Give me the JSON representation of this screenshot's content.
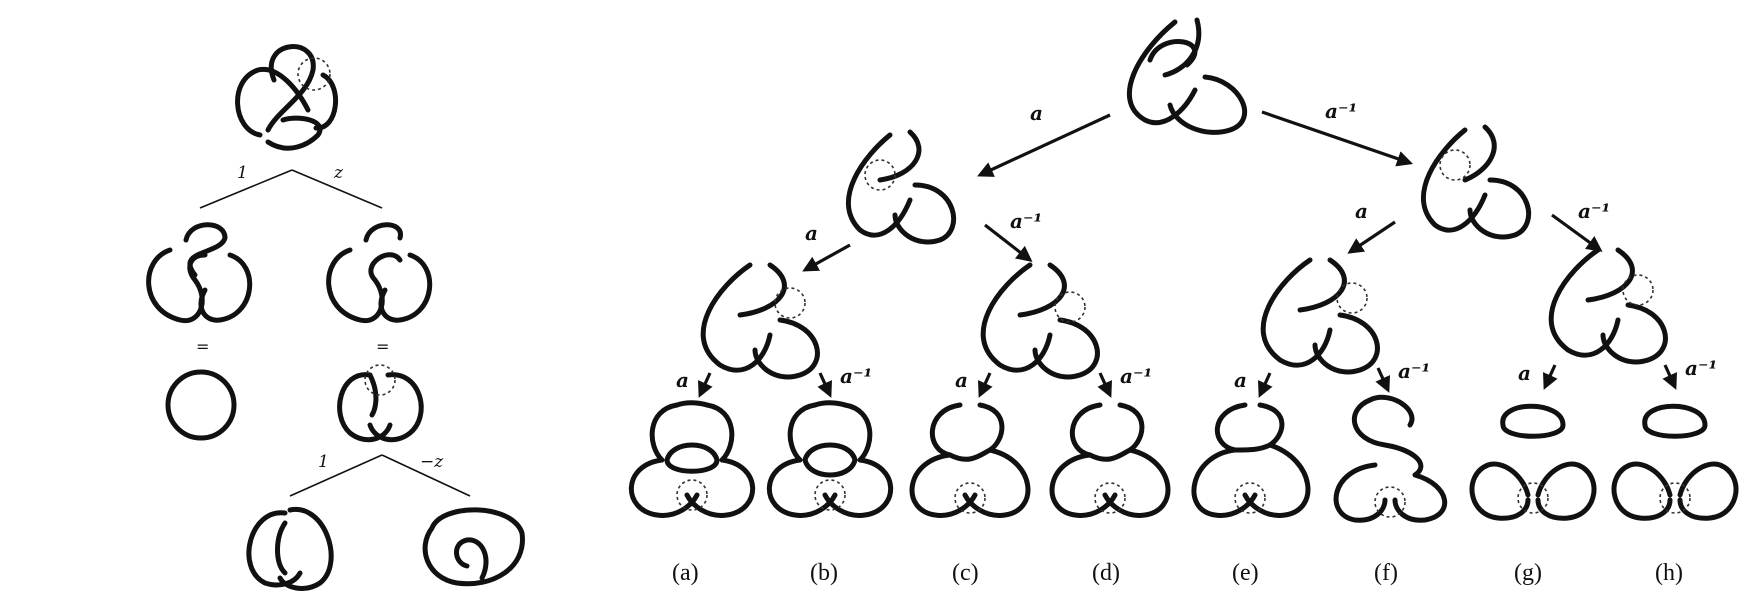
{
  "left_tree": {
    "edge_labels": {
      "root_left": "1",
      "root_right": "z",
      "lower_left": "1",
      "lower_right": "−z"
    },
    "equals_sign": "="
  },
  "right_tree": {
    "arrow_labels": {
      "a": "a",
      "a_inverse": "a⁻¹"
    },
    "captions": [
      "(a)",
      "(b)",
      "(c)",
      "(d)",
      "(e)",
      "(f)",
      "(g)",
      "(h)"
    ]
  }
}
